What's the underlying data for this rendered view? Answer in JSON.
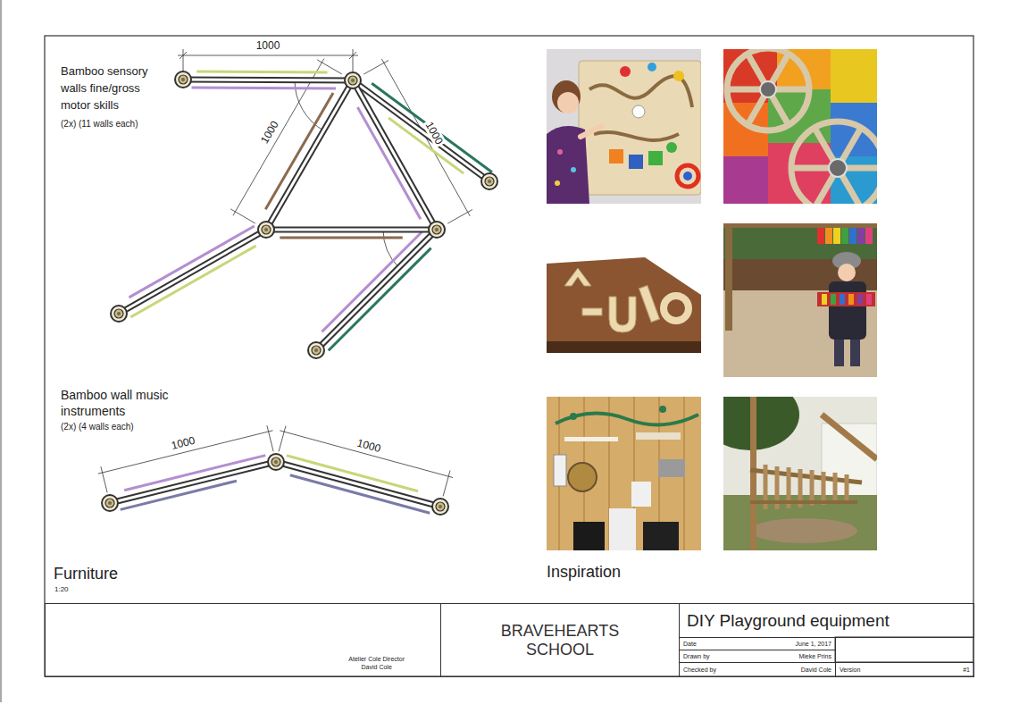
{
  "diagram": {
    "nodes": [
      {
        "text": [
          "Atelier Cole Director",
          "David Cole"
        ]
      },
      {
        "text": [
          "BRAVEHEARTS SCHOOL"
        ]
      },
      {
        "text": [
          "DIY Playground equipment"
        ]
      },
      {
        "text": [
          "Date",
          "June 1, 2017"
        ]
      },
      {
        "text": [
          "Drawn by",
          "Mieke Prins"
        ]
      },
      {
        "text": [
          "Checked by",
          "David Cole"
        ]
      },
      {
        "text": [
          "Version",
          "#1"
        ]
      }
    ],
    "labels": [
      "Bamboo sensory walls fine/gross motor skills",
      "(2x) (11 walls each)",
      "1000",
      "1000",
      "1000",
      "Bamboo wall music instruments",
      "(2x) (4 walls each)",
      "1000",
      "1000",
      "Furniture",
      "1:20",
      "Inspiration"
    ]
  }
}
